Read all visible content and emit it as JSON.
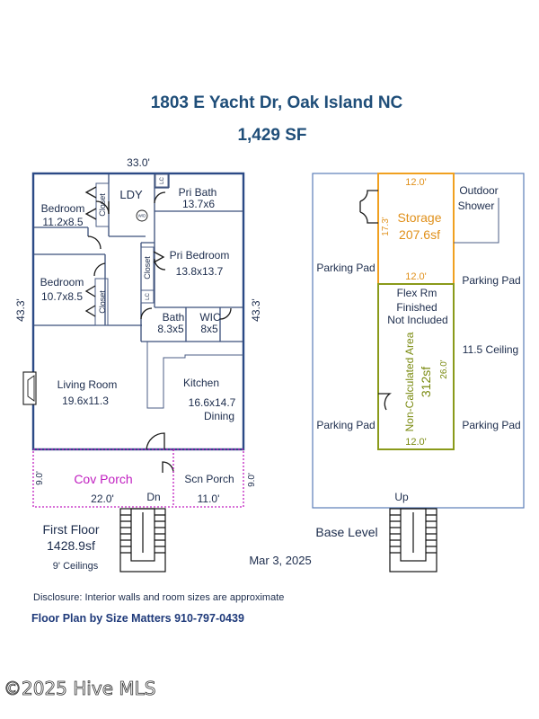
{
  "header": {
    "address": "1803 E Yacht Dr, Oak Island NC",
    "total_sf": "1,429 SF"
  },
  "first_floor": {
    "width_top": "33.0'",
    "depth_left": "43.3'",
    "depth_right": "43.3'",
    "rooms": {
      "bedroom1_name": "Bedroom",
      "bedroom1_dim": "11.2x8.5",
      "closet1": "Closet",
      "ldy": "LDY",
      "wd": "W/D",
      "lc1": "LC",
      "pri_bath_name": "Pri Bath",
      "pri_bath_dim": "13.7x6",
      "bedroom2_name": "Bedroom",
      "bedroom2_dim": "10.7x8.5",
      "closet2": "Closet",
      "closet3": "Closet",
      "lc2": "LC",
      "pri_bed_name": "Pri Bedroom",
      "pri_bed_dim": "13.8x13.7",
      "bath_name": "Bath",
      "bath_dim": "8.3x5",
      "wic_name": "WIC",
      "wic_dim": "8x5",
      "living_name": "Living Room",
      "living_dim": "19.6x11.3",
      "kitchen_name": "Kitchen",
      "kitchen_dim": "16.6x14.7",
      "dining_name": "Dining"
    },
    "porch": {
      "cov_name": "Cov Porch",
      "cov_width": "22.0'",
      "cov_depth": "9.0'",
      "scn_name": "Scn Porch",
      "scn_width": "11.0'",
      "scn_depth": "9.0'",
      "stairs_label": "Dn"
    },
    "summary": {
      "label": "First Floor",
      "area": "1428.9sf",
      "ceiling": "9' Ceilings"
    }
  },
  "base_level": {
    "storage_top": "12.0'",
    "storage_side": "17.3'",
    "storage_name": "Storage",
    "storage_area": "207.6sf",
    "storage_bottom": "12.0'",
    "outdoor_shower": [
      "Outdoor",
      "Shower"
    ],
    "parking_pads": [
      "Parking Pad",
      "Parking Pad",
      "Parking Pad",
      "Parking Pad"
    ],
    "flex": [
      "Flex Rm",
      "Finished",
      "Not Included"
    ],
    "noncalc": "Non-Calculated Area",
    "noncalc_area": "312sf",
    "noncalc_side": "26.0'",
    "ceiling": "11.5 Ceiling",
    "bottom_dim": "12.0'",
    "stairs_label": "Up",
    "label": "Base Level"
  },
  "date": "Mar 3, 2025",
  "disclosure": "Disclosure: Interior walls and room sizes are approximate",
  "credit": "Floor Plan by Size Matters 910-797-0439",
  "watermark": "©2025 Hive MLS",
  "colors": {
    "title": "#1f4e79",
    "walls": "#2b4a86",
    "porch": "#c01ec0",
    "storage": "#f0a020",
    "flex": "#8a9a1a"
  }
}
